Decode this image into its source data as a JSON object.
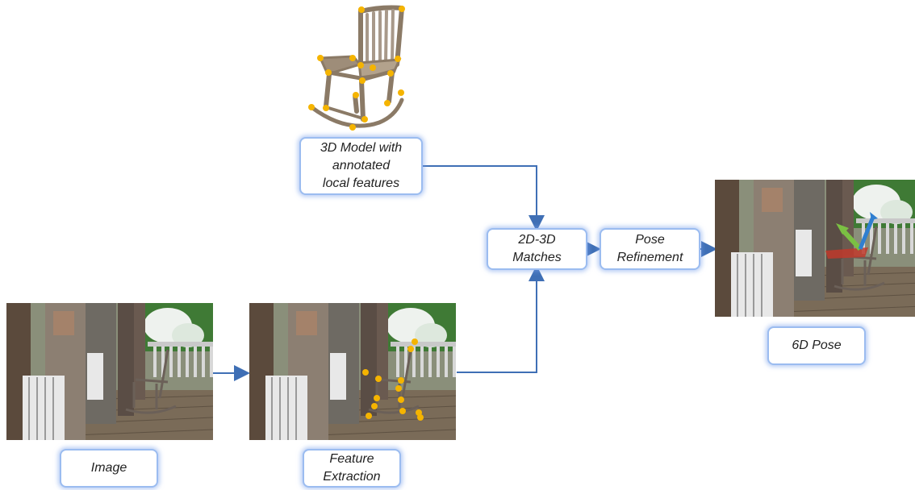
{
  "nodes": {
    "model": "3D Model with\nannotated\nlocal features",
    "matches": "2D-3D\nMatches",
    "refinement": "Pose\nRefinement",
    "pose": "6D Pose",
    "image": "Image",
    "features": "Feature\nExtraction"
  },
  "colors": {
    "arrow": "#3f6fb5",
    "node_border": "#9bbcf0",
    "keypoint": "#f5b400",
    "axis_red": "#c0392b",
    "axis_green": "#7bc043",
    "axis_blue": "#2f7fd0"
  },
  "icons": [
    "rocking-chair-icon",
    "porch-photo-icon"
  ]
}
